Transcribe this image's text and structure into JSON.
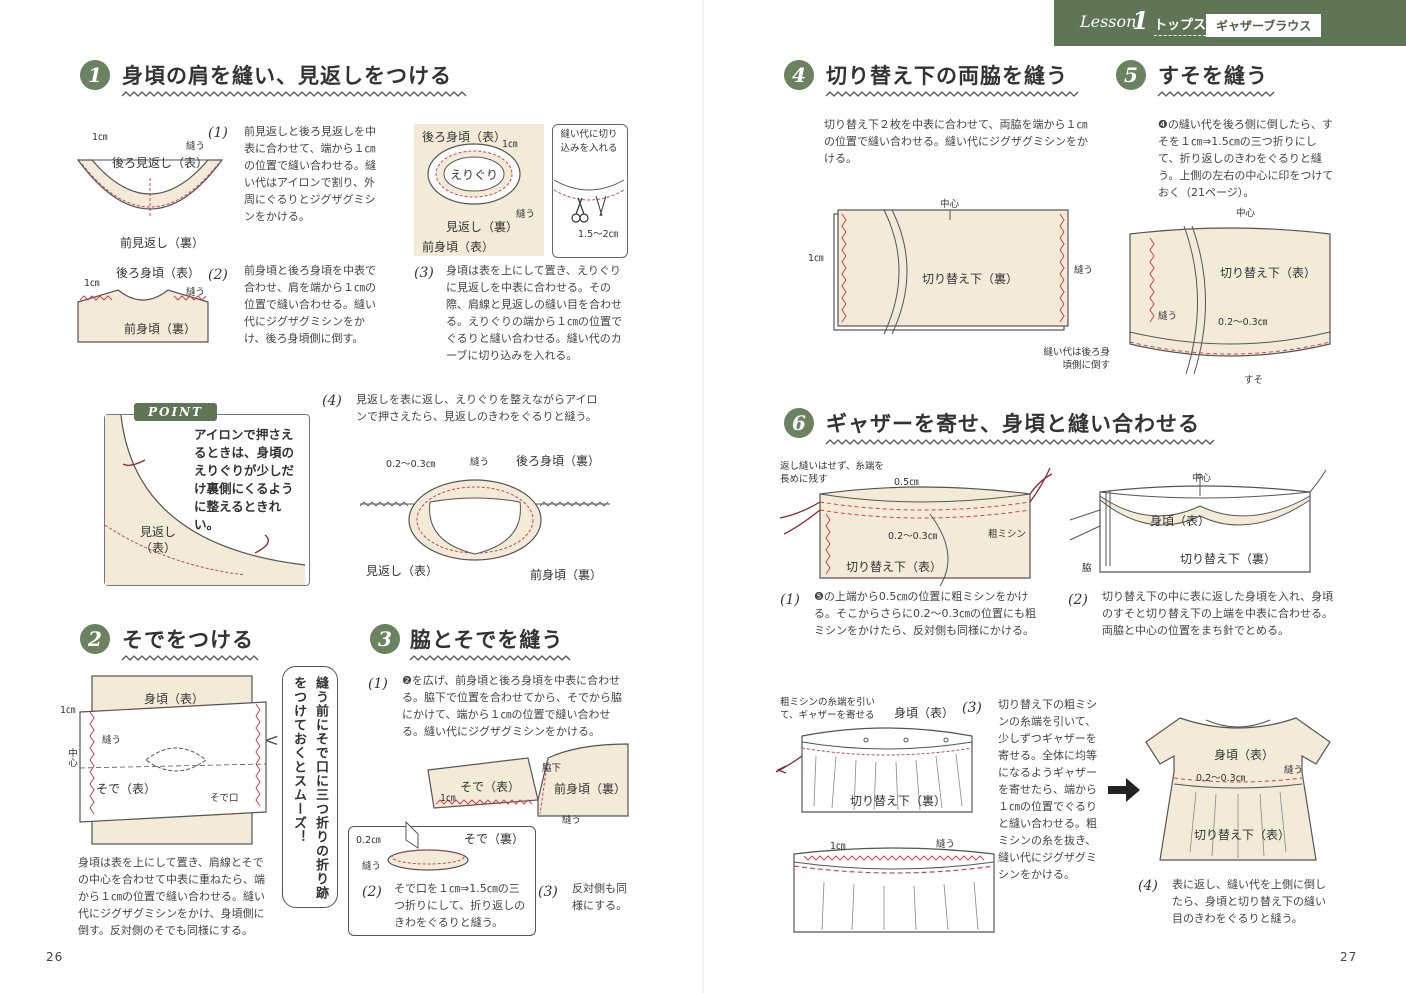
{
  "header": {
    "lesson_word": "Lesson",
    "lesson_num": "1",
    "category": "トップス",
    "item": "ギャザーブラウス"
  },
  "page_left": "26",
  "page_right": "27",
  "steps": {
    "s1": {
      "num": "1",
      "title": "身頃の肩を縫い、見返しをつける"
    },
    "s2": {
      "num": "2",
      "title": "そでをつける"
    },
    "s3": {
      "num": "3",
      "title": "脇とそでを縫う"
    },
    "s4": {
      "num": "4",
      "title": "切り替え下の両脇を縫う"
    },
    "s5": {
      "num": "5",
      "title": "すそを縫う"
    },
    "s6": {
      "num": "6",
      "title": "ギャザーを寄せ、身頃と縫い合わせる"
    }
  },
  "s1": {
    "p1_num": "(1)",
    "p1_text": "前見返しと後ろ見返しを中表に合わせて、端から１㎝の位置で縫い合わせる。縫い代はアイロンで割り、外周にぐるりとジグザグミシンをかける。",
    "p2_num": "(2)",
    "p2_text": "前身頃と後ろ身頃を中表で合わせ、肩を端から１㎝の位置で縫い合わせる。縫い代にジグザグミシンをかけ、後ろ身頃側に倒す。",
    "p3_num": "(3)",
    "p3_text": "身頃は表を上にして置き、えりぐりに見返しを中表に合わせる。その際、肩線と見返しの縫い目を合わせる。えりぐりの端から１㎝の位置でぐるりと縫い合わせる。縫い代のカーブに切り込みを入れる。",
    "p4_num": "(4)",
    "p4_text": "見返しを表に返し、えりぐりを整えながらアイロンで押さえたら、見返しのきわをぐるりと縫う。",
    "fig1": {
      "cm": "1㎝",
      "nuu": "縫う",
      "back_facing": "後ろ見返し（表）",
      "front_facing": "前見返し（裏）"
    },
    "fig2": {
      "back": "後ろ身頃（表）",
      "cm": "1㎝",
      "nuu": "縫う",
      "front": "前身頃（裏）"
    },
    "fig3": {
      "back": "後ろ身頃（表）",
      "cm": "1㎝",
      "neck": "えりぐり",
      "nuu": "縫う",
      "facing": "見返し（裏）",
      "front": "前身頃（表）",
      "note": "縫い代に切り込みを入れる",
      "range": "1.5～2㎝"
    },
    "fig4": {
      "cm": "0.2～0.3㎝",
      "nuu": "縫う",
      "back": "後ろ身頃（裏）",
      "facing": "見返し（表）",
      "front": "前身頃（裏）"
    },
    "point_tag": "POINT",
    "point_text": "アイロンで押さえるときは、身頃のえりぐりが少しだけ裏側にくるように整えるときれい。",
    "point_facing": "見返し（表）"
  },
  "s2": {
    "body": "身頃（表）",
    "cm": "1㎝",
    "nuu": "縫う",
    "center": "中心",
    "sleeve": "そで（表）",
    "cuff": "そで口",
    "text": "身頃は表を上にして置き、肩線とそでの中心を合わせて中表に重ねたら、端から１㎝の位置で縫い合わせる。縫い代にジグザグミシンをかけ、身頃側に倒す。反対側のそでも同様にする。",
    "tip": "縫う前にそで口に三つ折りの折り跡をつけておくとスムーズ！"
  },
  "s3": {
    "p1_num": "(1)",
    "p1_text": "❷を広げ、前身頃と後ろ身頃を中表に合わせる。脇下で位置を合わせてから、そでから脇にかけて、端から１㎝の位置で縫い合わせる。縫い代にジグザグミシンをかける。",
    "fig1": {
      "sleeve": "そで（表）",
      "armpit": "脇下",
      "front": "前身頃（裏）",
      "cm": "1㎝",
      "nuu": "縫う"
    },
    "fig2": {
      "cm": "0.2㎝",
      "nuu": "縫う",
      "sleeve": "そで（裏）"
    },
    "p2_num": "(2)",
    "p2_text": "そで口を１㎝⇒1.5㎝の三つ折りにして、折り返しのきわをぐるりと縫う。",
    "p3_num": "(3)",
    "p3_text": "反対側も同様にする。"
  },
  "s4": {
    "text": "切り替え下２枚を中表に合わせて、両脇を端から１㎝の位置で縫い合わせる。縫い代にジグザグミシンをかける。",
    "center": "中心",
    "cm": "1㎝",
    "label": "切り替え下（裏）",
    "nuu": "縫う"
  },
  "s5": {
    "text": "❹の縫い代を後ろ側に倒したら、すそを１㎝⇒1.5㎝の三つ折りにして、折り返しのきわをぐるりと縫う。上側の左右の中心に印をつけておく（21ページ）。",
    "center": "中心",
    "label": "切り替え下（表）",
    "nuu": "縫う",
    "cm": "0.2～0.3㎝",
    "allowance": "縫い代は後ろ身頃側に倒す",
    "hem": "すそ"
  },
  "s6": {
    "fig1": {
      "note": "返し縫いはせず、糸端を長めに残す",
      "cm1": "0.5㎝",
      "cm2": "0.2～0.3㎝",
      "coarse": "粗ミシン",
      "label": "切り替え下（表）"
    },
    "fig2": {
      "center": "中心",
      "body": "身頃（表）",
      "label": "切り替え下（裏）",
      "side": "脇"
    },
    "p1_num": "(1)",
    "p1_text": "❺の上端から0.5㎝の位置に粗ミシンをかける。そこからさらに0.2～0.3㎝の位置にも粗ミシンをかけたら、反対側も同様にかける。",
    "p2_num": "(2)",
    "p2_text": "切り替え下の中に表に返した身頃を入れ、身頃のすそと切り替え下の上端を中表に合わせる。両脇と中心の位置をまち針でとめる。",
    "fig3": {
      "note": "粗ミシンの糸端を引いて、ギャザーを寄せる",
      "body": "身頃（表）",
      "label": "切り替え下（裏）"
    },
    "p3_num": "(3)",
    "p3_text": "切り替え下の粗ミシンの糸端を引いて、少しずつギャザーを寄せる。全体に均等になるようギャザーを寄せたら、端から１㎝の位置でぐるりと縫い合わせる。粗ミシンの糸を抜き、縫い代にジグザグミシンをかける。",
    "fig4": {
      "cm": "1㎝",
      "nuu": "縫う"
    },
    "fig5": {
      "body": "身頃（表）",
      "cm": "0.2～0.3㎝",
      "nuu": "縫う",
      "label": "切り替え下（表）"
    },
    "p4_num": "(4)",
    "p4_text": "表に返し、縫い代を上側に倒したら、身頃と切り替え下の縫い目のきわをぐるりと縫う。"
  }
}
